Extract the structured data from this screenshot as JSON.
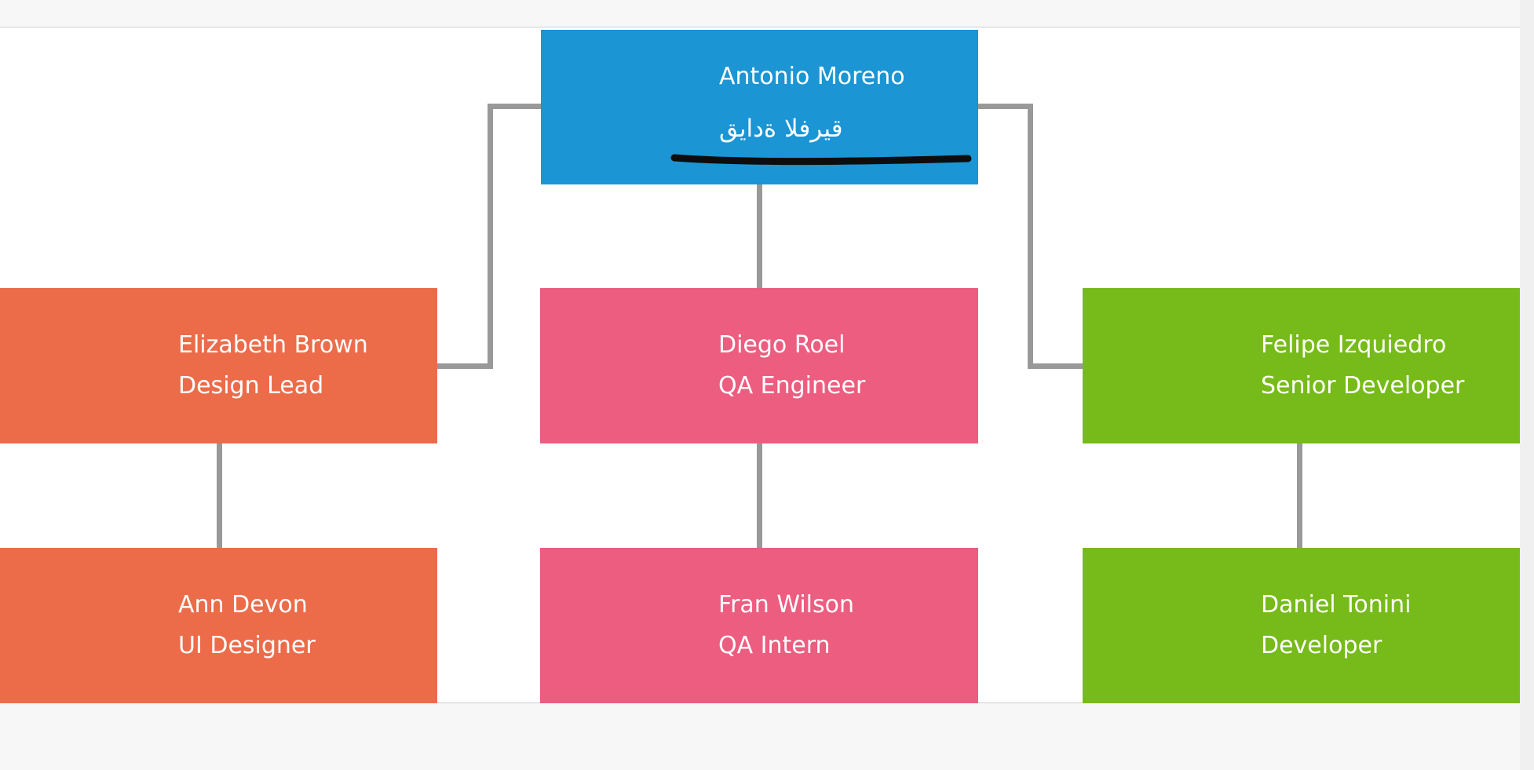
{
  "page": {
    "background_color": "#f0f0f0",
    "band_color": "#f7f7f7",
    "plot_background": "#ffffff",
    "border_line_color": "#cfcfcf"
  },
  "org_chart": {
    "type": "organizational-diagram",
    "connector_color": "#999999",
    "underline_color": "#0d0d0d",
    "text_color": "#ffffff",
    "nodes": [
      {
        "id": "antonio",
        "name": "Antonio Moreno",
        "role": "قيادة الفريق",
        "color": "#1b95d3",
        "underlined_role": true
      },
      {
        "id": "elizabeth",
        "name": "Elizabeth Brown",
        "role": "Design Lead",
        "color": "#ec6c4a"
      },
      {
        "id": "diego",
        "name": "Diego Roel",
        "role": "QA Engineer",
        "color": "#ec5d80"
      },
      {
        "id": "felipe",
        "name": "Felipe Izquiedro",
        "role": "Senior Developer",
        "color": "#76bb19"
      },
      {
        "id": "ann",
        "name": "Ann Devon",
        "role": "UI Designer",
        "color": "#ec6c4a"
      },
      {
        "id": "fran",
        "name": "Fran Wilson",
        "role": "QA Intern",
        "color": "#ec5d80"
      },
      {
        "id": "daniel",
        "name": "Daniel Tonini",
        "role": "Developer",
        "color": "#76bb19"
      }
    ],
    "edges": [
      {
        "from": "Antonio Moreno",
        "to": "Elizabeth Brown"
      },
      {
        "from": "Antonio Moreno",
        "to": "Diego Roel"
      },
      {
        "from": "Antonio Moreno",
        "to": "Felipe Izquiedro"
      },
      {
        "from": "Elizabeth Brown",
        "to": "Ann Devon"
      },
      {
        "from": "Diego Roel",
        "to": "Fran Wilson"
      },
      {
        "from": "Felipe Izquiedro",
        "to": "Daniel Tonini"
      }
    ]
  }
}
